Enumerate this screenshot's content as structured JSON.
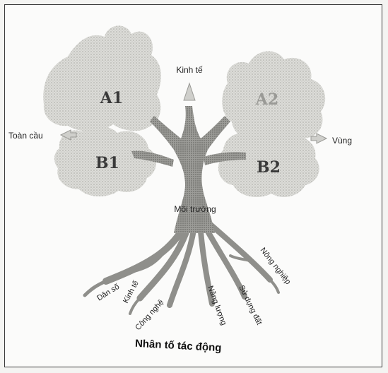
{
  "axes": {
    "top": "Kinh tế",
    "left": "Toàn cầu",
    "right": "Vùng",
    "trunk": "Môi trường"
  },
  "quadrants": {
    "a1": "A1",
    "a2": "A2",
    "b1": "B1",
    "b2": "B2"
  },
  "roots": {
    "dan_so": "Dân số",
    "kinh_te": "Kinh tế",
    "cong_nghe": "Công nghệ",
    "nang_luong": "Năng lượng",
    "su_dung_dat": "Sử dụng đất",
    "nong_nghiep": "Nông nghiệp"
  },
  "bottom_title": "Nhân tố tác động"
}
